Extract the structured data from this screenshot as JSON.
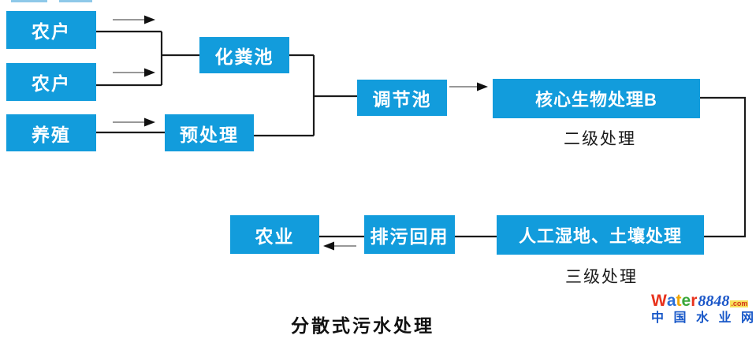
{
  "diagram": {
    "title": "分散式污水处理",
    "nodes": {
      "farmer1": "农户",
      "farmer2": "农户",
      "breeding": "养殖",
      "septic_tank": "化粪池",
      "pretreatment": "预处理",
      "regulating_tank": "调节池",
      "core_bio_treatment": "核心生物处理B",
      "wetland_soil": "人工湿地、土壤处理",
      "sewage_reuse": "排污回用",
      "agriculture": "农业"
    },
    "stage_labels": {
      "secondary": "二级处理",
      "tertiary": "三级处理"
    },
    "colors": {
      "node_fill": "#129CDC",
      "node_text": "#FFFFFF",
      "connector": "#1b1b1b",
      "arrow_shaft": "#777777",
      "arrow_head": "#111111"
    }
  },
  "logo": {
    "brand_letters": [
      {
        "ch": "W",
        "color": "#e8321c"
      },
      {
        "ch": "a",
        "color": "#2a6fd6"
      },
      {
        "ch": "t",
        "color": "#f0a500"
      },
      {
        "ch": "e",
        "color": "#3aa83a"
      },
      {
        "ch": "r",
        "color": "#e8321c"
      }
    ],
    "number": "8848",
    "tld": ".com",
    "tagline_chars": [
      {
        "ch": "中"
      },
      {
        "ch": "国"
      },
      {
        "ch": "水"
      },
      {
        "ch": "业"
      },
      {
        "ch": "网"
      }
    ]
  }
}
